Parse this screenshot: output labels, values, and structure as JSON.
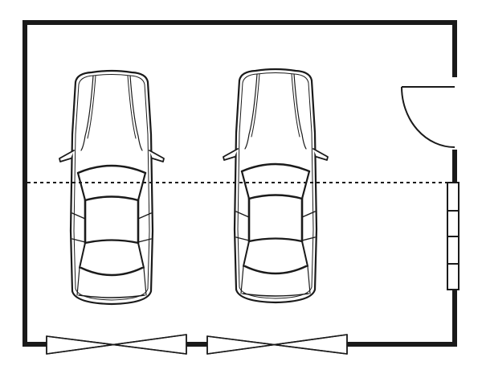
{
  "plan": {
    "line_color": "#1a1a1a",
    "background": "#ffffff",
    "parked_cars": 2,
    "garage_doors": 2,
    "entry_doors": 1,
    "windows": 1
  }
}
